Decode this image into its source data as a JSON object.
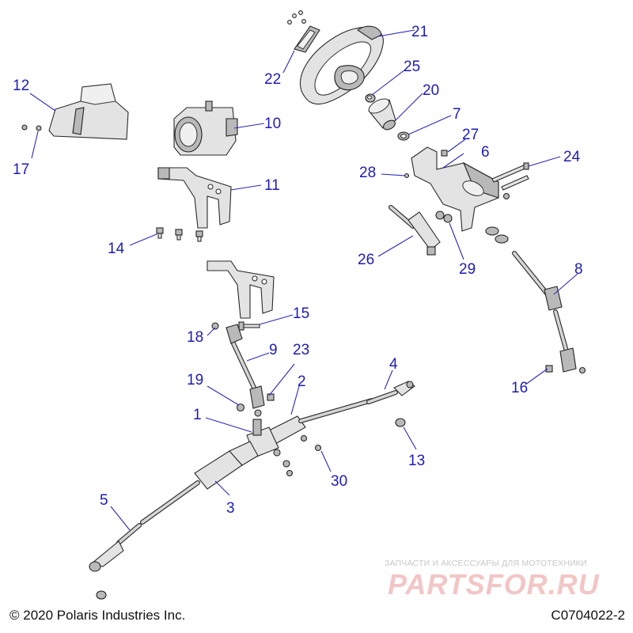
{
  "diagram": {
    "callouts": [
      {
        "id": "c1",
        "label": "1"
      },
      {
        "id": "c2",
        "label": "2"
      },
      {
        "id": "c3",
        "label": "3"
      },
      {
        "id": "c4",
        "label": "4"
      },
      {
        "id": "c5",
        "label": "5"
      },
      {
        "id": "c6",
        "label": "6"
      },
      {
        "id": "c7",
        "label": "7"
      },
      {
        "id": "c8",
        "label": "8"
      },
      {
        "id": "c9",
        "label": "9"
      },
      {
        "id": "c10",
        "label": "10"
      },
      {
        "id": "c11",
        "label": "11"
      },
      {
        "id": "c12",
        "label": "12"
      },
      {
        "id": "c13",
        "label": "13"
      },
      {
        "id": "c14",
        "label": "14"
      },
      {
        "id": "c15",
        "label": "15"
      },
      {
        "id": "c16",
        "label": "16"
      },
      {
        "id": "c17",
        "label": "17"
      },
      {
        "id": "c18",
        "label": "18"
      },
      {
        "id": "c19",
        "label": "19"
      },
      {
        "id": "c20",
        "label": "20"
      },
      {
        "id": "c21",
        "label": "21"
      },
      {
        "id": "c22",
        "label": "22"
      },
      {
        "id": "c23",
        "label": "23"
      },
      {
        "id": "c24",
        "label": "24"
      },
      {
        "id": "c25",
        "label": "25"
      },
      {
        "id": "c26",
        "label": "26"
      },
      {
        "id": "c27",
        "label": "27"
      },
      {
        "id": "c28",
        "label": "28"
      },
      {
        "id": "c29",
        "label": "29"
      },
      {
        "id": "c30",
        "label": "30"
      }
    ],
    "colors": {
      "callout": "#1c1cb4",
      "part_fill": "#e3e3e3",
      "outline": "#2a2a2a"
    }
  },
  "footer": {
    "copyright": "© 2020 Polaris Industries Inc.",
    "document_code": "C0704022-2"
  },
  "watermark": {
    "tagline": "ЗАПЧАСТИ И АКСЕССУАРЫ ДЛЯ МОТОТЕХНИКИ",
    "brand": "PARTSFOR.RU"
  }
}
